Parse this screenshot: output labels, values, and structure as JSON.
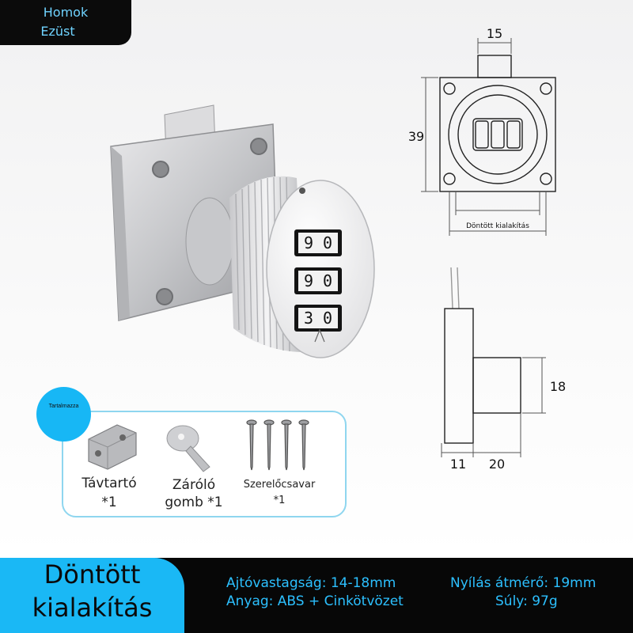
{
  "variant_badge": {
    "line1": "Homok",
    "line2": "Ezüst"
  },
  "product": {
    "dial_digits": [
      "9 0",
      "9 0",
      "3 0"
    ]
  },
  "drawing": {
    "dim_top_width": "15",
    "dim_height": "39",
    "dim_side_depth": "18",
    "dim_plate_thickness": "11",
    "dim_body_length": "20",
    "note": "Döntött kialakítás"
  },
  "contents": {
    "tag": "Tartalmazza",
    "items": [
      {
        "icon": "bracket-icon",
        "label1": "Távtartó",
        "label2": "*1"
      },
      {
        "icon": "key-icon",
        "label1": "Záróló",
        "label2": "gomb *1"
      },
      {
        "icon": "screws-icon",
        "label1": "Szerelőcsavar",
        "label2": "*1"
      }
    ]
  },
  "footer": {
    "title_line1": "Döntött",
    "title_line2": "kialakítás",
    "spec_door_thickness": "Ajtóvastagság: 14-18mm",
    "spec_material": "Anyag: ABS + Cinkötvözet",
    "spec_hole": "Nyílás átmérő: 19mm",
    "spec_weight": "Súly: 97g"
  },
  "colors": {
    "accent": "#1ab8f5",
    "spec_text": "#2cc0ff",
    "bar": "#070707"
  }
}
